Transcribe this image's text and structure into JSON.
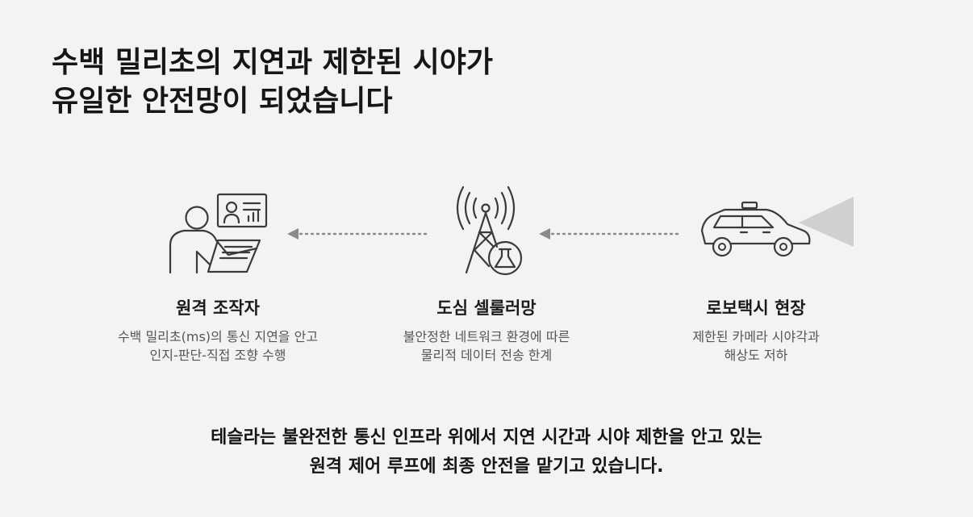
{
  "headline": {
    "line1": "수백 밀리초의 지연과 제한된 시야가",
    "line2": "유일한 안전망이 되었습니다"
  },
  "nodes": {
    "remote": {
      "icon": "remote-operator-icon",
      "title": "원격 조작자",
      "desc_line1": "수백 밀리초(ms)의 통신 지연을 안고",
      "desc_line2": "인지-판단-직접 조향 수행"
    },
    "cellular": {
      "icon": "cell-tower-icon",
      "title": "도심 셀룰러망",
      "desc_line1": "불안정한 네트워크 환경에 따른",
      "desc_line2": "물리적 데이터 전송 한계"
    },
    "robotaxi": {
      "icon": "robotaxi-camera-icon",
      "title": "로보택시 현장",
      "desc_line1": "제한된 카메라 시야각과",
      "desc_line2": "해상도 저하"
    }
  },
  "footer": {
    "line1": "테슬라는 불완전한 통신 인프라 위에서 지연 시간과 시야 제한을 안고 있는",
    "line2": "원격 제어 루프에 최종 안전을 맡기고 있습니다."
  },
  "colors": {
    "background": "#f3f3f2",
    "icon_stroke": "#3a3a3a",
    "arrow": "#8a8a8a",
    "camera_beam": "#c8c8c8"
  }
}
